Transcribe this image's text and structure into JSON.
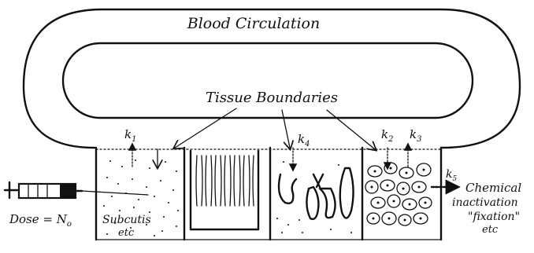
{
  "diagram": {
    "title": "Blood Circulation",
    "tissue_label": "Tissue Boundaries",
    "rate_constants": {
      "k1": "k",
      "k1_sub": "1",
      "k2": "k",
      "k2_sub": "2",
      "k3": "k",
      "k3_sub": "3",
      "k4": "k",
      "k4_sub": "4",
      "k5": "k",
      "k5_sub": "5"
    },
    "dose_label": "Dose = N",
    "dose_sub": "o",
    "subcutis_label": "Subcutis",
    "subcutis_etc": "etc",
    "chemical_line1": "Chemical",
    "chemical_line2": "inactivation",
    "chemical_line3": "\"fixation\"",
    "chemical_line4": "etc"
  },
  "colors": {
    "ink": "#111111",
    "paper": "#ffffff"
  }
}
